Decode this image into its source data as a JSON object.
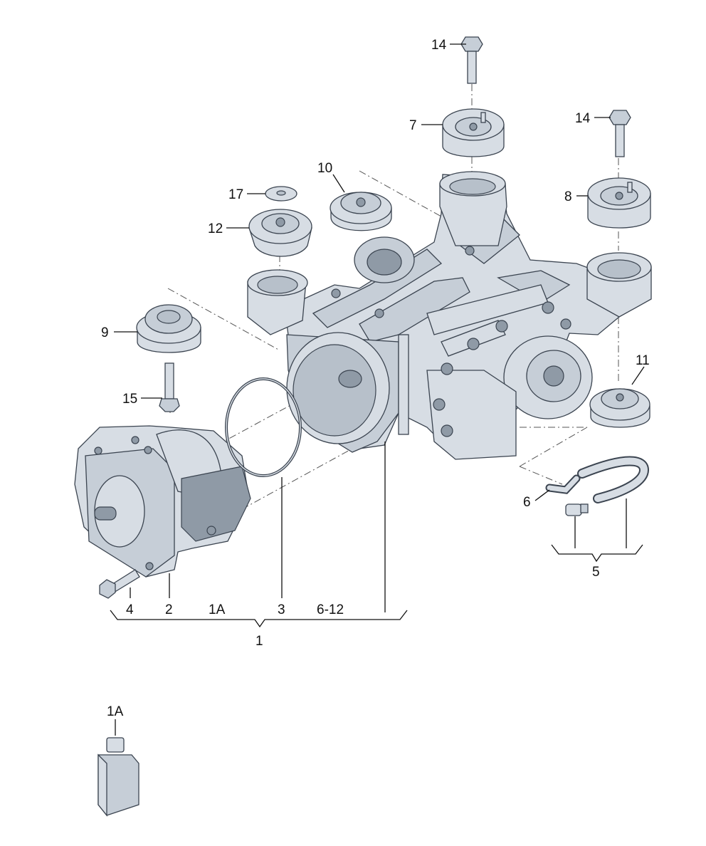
{
  "callouts": {
    "c1": "1",
    "c1a_main": "1A",
    "c2": "2",
    "c3": "3",
    "c4": "4",
    "c5": "5",
    "c6": "6",
    "c6_12": "6-12",
    "c7": "7",
    "c8": "8",
    "c9": "9",
    "c10": "10",
    "c11": "11",
    "c12": "12",
    "c14_a": "14",
    "c14_b": "14",
    "c15": "15",
    "c17": "17",
    "c1a_bottle": "1A"
  }
}
